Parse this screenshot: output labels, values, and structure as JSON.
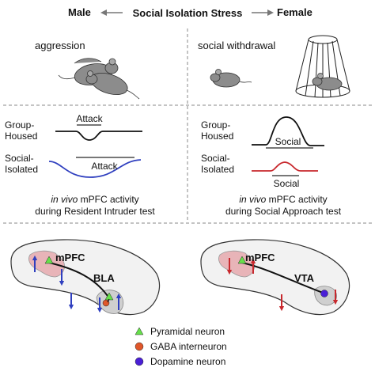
{
  "header": {
    "male": "Male",
    "center": "Social Isolation Stress",
    "female": "Female",
    "colors": {
      "male": "#2f3fbf",
      "female": "#c8282d"
    }
  },
  "top": {
    "left_title": "aggression",
    "right_title": "social withdrawal"
  },
  "middle": {
    "left": {
      "row1_label": [
        "Group-",
        "Housed"
      ],
      "row2_label": [
        "Social-",
        "Isolated"
      ],
      "bar1_label": "Attack",
      "bar2_label": "Attack",
      "caption": [
        "in vivo mPFC activity",
        "during Resident Intruder test"
      ],
      "caption_italic": "in vivo"
    },
    "right": {
      "row1_label": [
        "Group-",
        "Housed"
      ],
      "row2_label": [
        "Social-",
        "Isolated"
      ],
      "bar1_label": "Social",
      "bar2_label": "Social",
      "caption": [
        "in vivo mPFC activity",
        "during Social Approach test"
      ],
      "caption_italic": "in vivo"
    }
  },
  "bottom": {
    "left": {
      "region1": "mPFC",
      "region2": "BLA"
    },
    "right": {
      "region1": "mPFC",
      "region2": "VTA"
    },
    "legend": [
      {
        "label": "Pyramidal neuron",
        "icon": "triangle-icon",
        "color": "#66e04a"
      },
      {
        "label": "GABA interneuron",
        "icon": "circle-icon",
        "color": "#e0572a"
      },
      {
        "label": "Dopamine neuron",
        "icon": "circle-icon",
        "color": "#4a1fd6"
      }
    ]
  }
}
